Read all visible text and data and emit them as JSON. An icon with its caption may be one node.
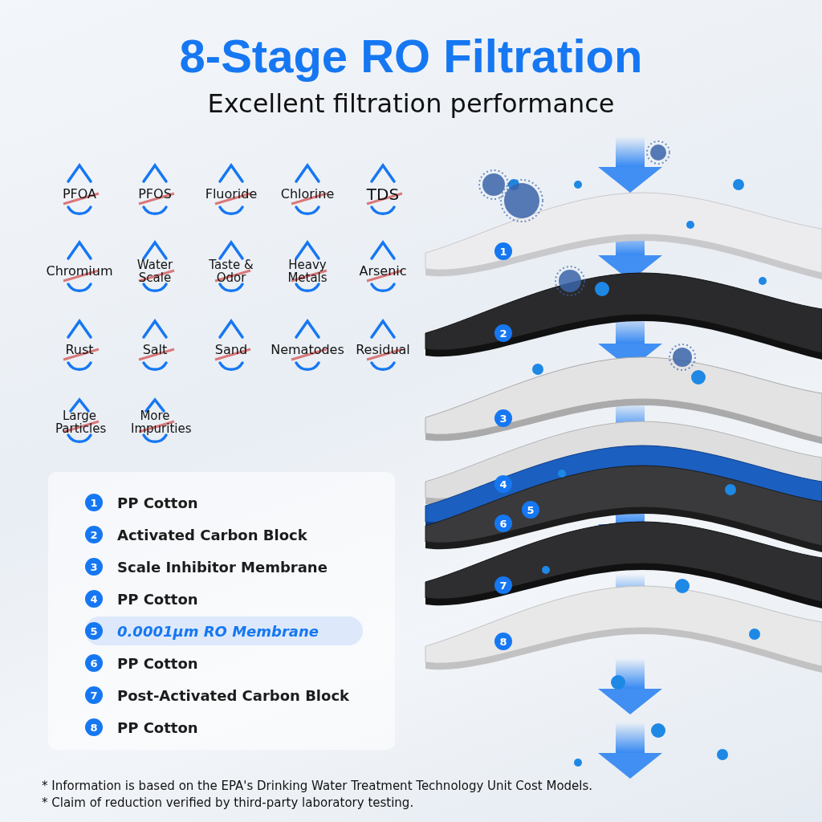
{
  "diagram": {
    "title": "8-Stage RO Filtration",
    "nodes": [
      {
        "text": [
          "PFOA"
        ]
      },
      {
        "text": [
          "PFOS"
        ]
      },
      {
        "text": [
          "Fluoride"
        ]
      },
      {
        "text": [
          "Chlorine"
        ]
      },
      {
        "text": [
          "TDS"
        ]
      },
      {
        "text": [
          "Chromium"
        ]
      },
      {
        "text": [
          "Water Scale"
        ]
      },
      {
        "text": [
          "Taste & Odor"
        ]
      },
      {
        "text": [
          "Heavy Metals"
        ]
      },
      {
        "text": [
          "Arsenic"
        ]
      },
      {
        "text": [
          "Rust"
        ]
      },
      {
        "text": [
          "Salt"
        ]
      },
      {
        "text": [
          "Sand"
        ]
      },
      {
        "text": [
          "Nematodes"
        ]
      },
      {
        "text": [
          "Residual"
        ]
      },
      {
        "text": [
          "Large Particles"
        ]
      },
      {
        "text": [
          "More Impurities"
        ]
      }
    ],
    "labels": [
      "Excellent filtration performance",
      "1",
      "2",
      "3",
      "4",
      "5",
      "6",
      "7",
      "8",
      "1",
      "PP Cotton",
      "2",
      "Activated Carbon Block",
      "3",
      "Scale Inhibitor Membrane",
      "4",
      "PP Cotton",
      "5",
      "0.0001μm RO Membrane",
      "6",
      "PP Cotton",
      "7",
      "Post-Activated Carbon Block",
      "8",
      "PP Cotton",
      "* Information is based on the EPA's Drinking Water Treatment Technology Unit Cost Models.",
      "* Claim of reduction verified by third-party laboratory testing."
    ]
  }
}
